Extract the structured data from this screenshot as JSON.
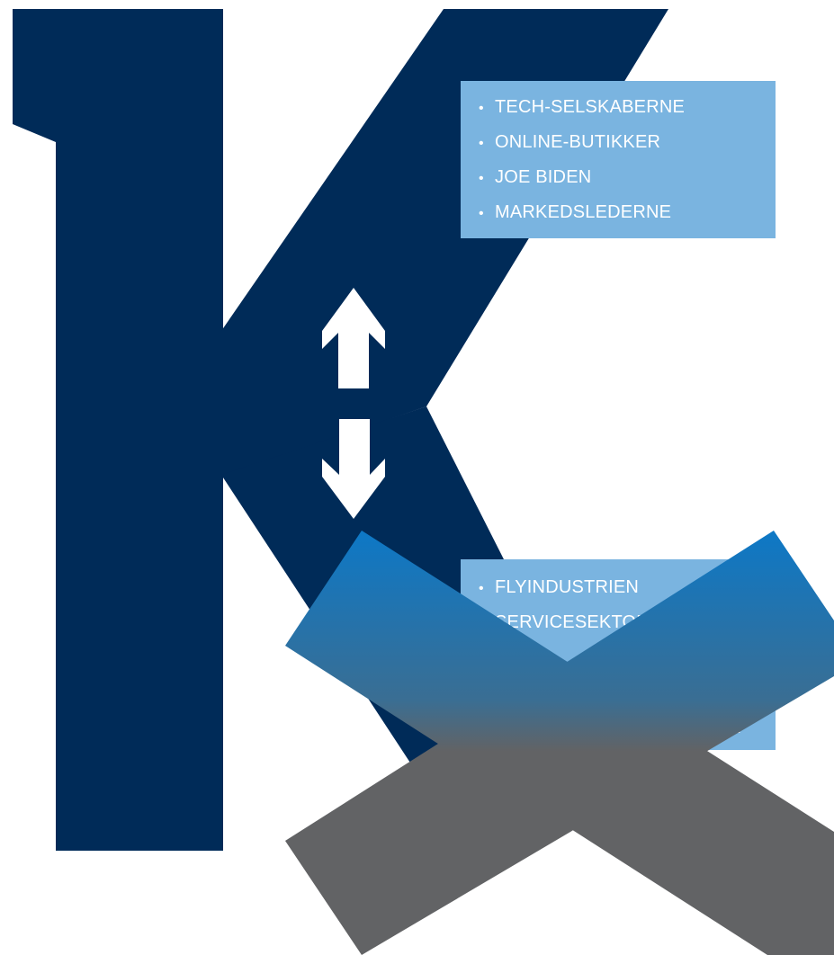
{
  "colors": {
    "k_navy": "#002B58",
    "box_light_blue": "#7AB4E0",
    "arrow_white": "#FFFFFF",
    "cross_top_blue": "#0D78C6",
    "cross_bottom_gray": "#626365"
  },
  "icons": {
    "arrows": "up-down-arrows-icon",
    "cross": "x-cross-icon"
  },
  "winners": {
    "bullet": "•",
    "items": [
      "TECH-SELSKABERNE",
      "ONLINE-BUTIKKER",
      "JOE BIDEN",
      "MARKEDSLEDERNE"
    ]
  },
  "losers": {
    "bullet": "•",
    "items": [
      "FLYINDUSTRIEN",
      "SERVICESEKTOREN",
      "",
      "",
      "EN"
    ]
  }
}
